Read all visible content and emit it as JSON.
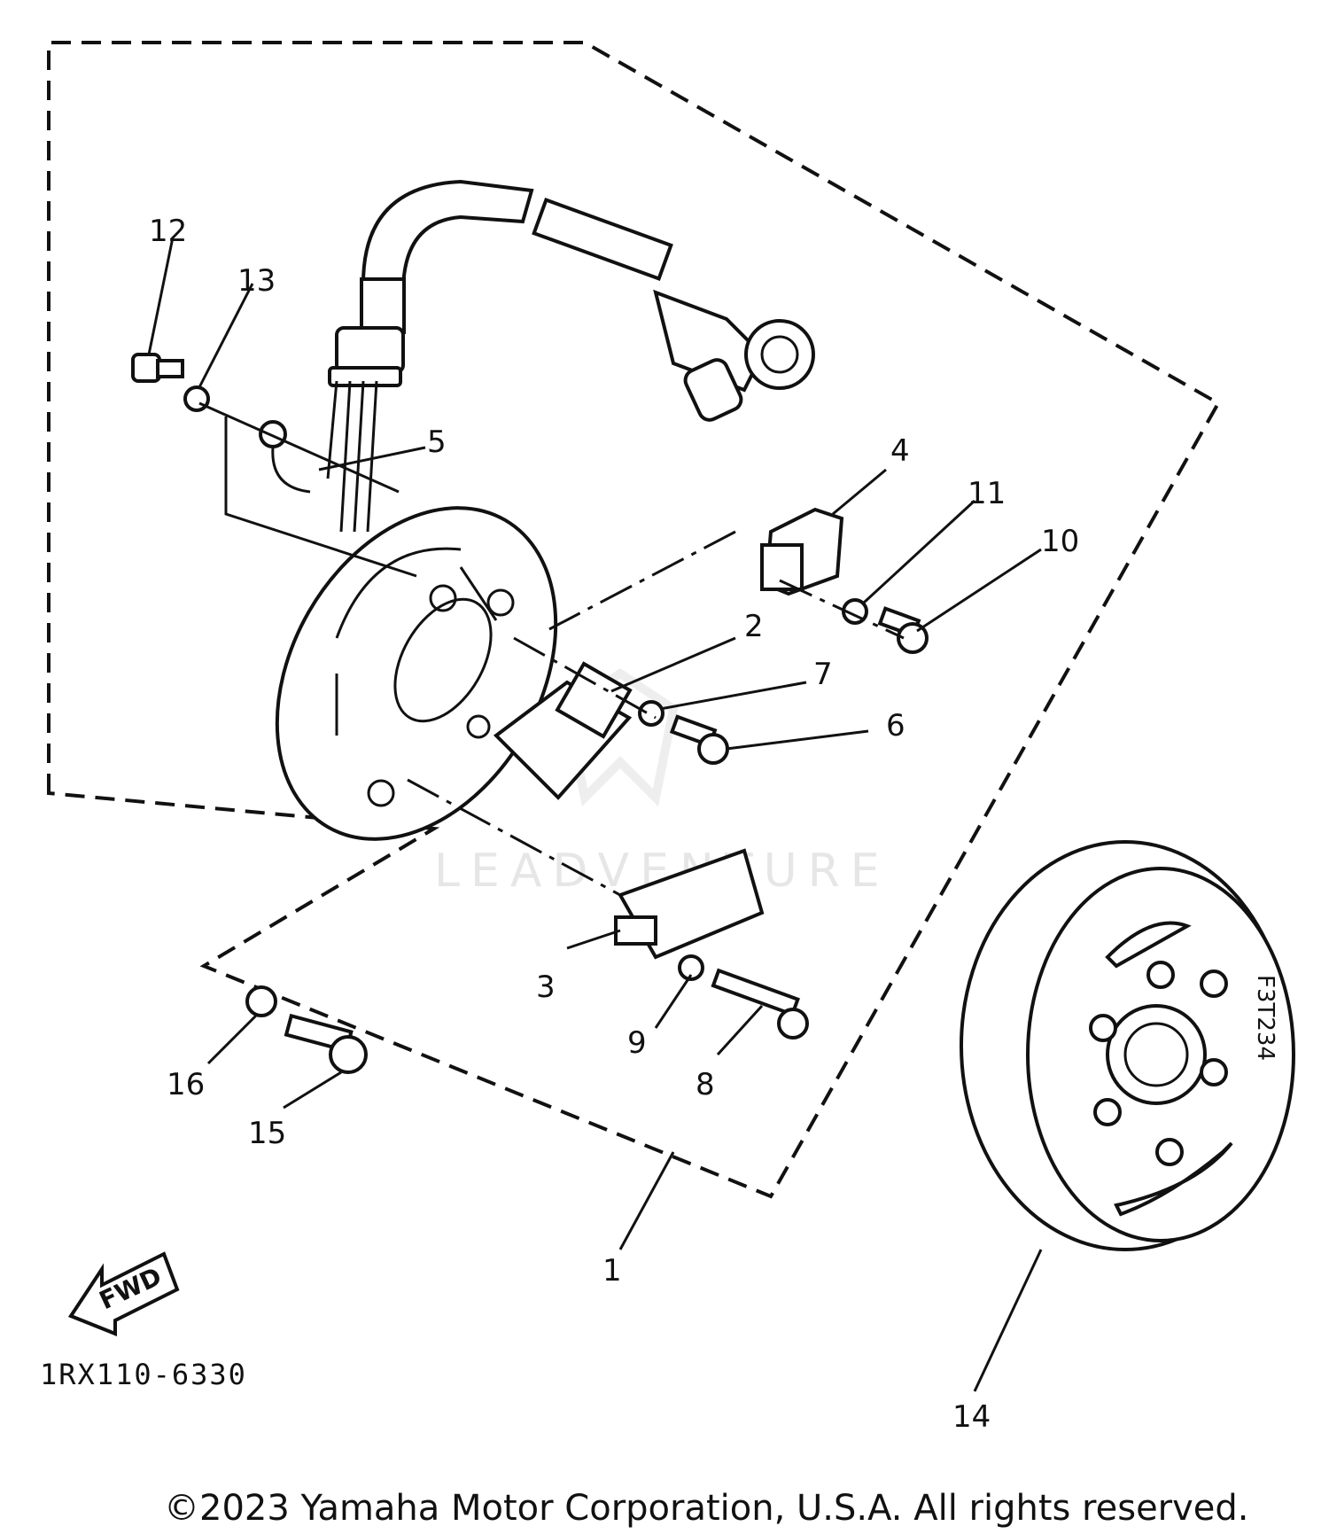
{
  "diagram": {
    "code": "1RX110-6330",
    "fwd": "FWD",
    "flywheel_mark": "F3T234",
    "watermark": "LEADVENTURE",
    "copyright": "©2023 Yamaha Motor Corporation, U.S.A. All rights reserved.",
    "callouts": [
      "1",
      "2",
      "3",
      "4",
      "5",
      "6",
      "7",
      "8",
      "9",
      "10",
      "11",
      "12",
      "13",
      "14",
      "15",
      "16"
    ]
  }
}
